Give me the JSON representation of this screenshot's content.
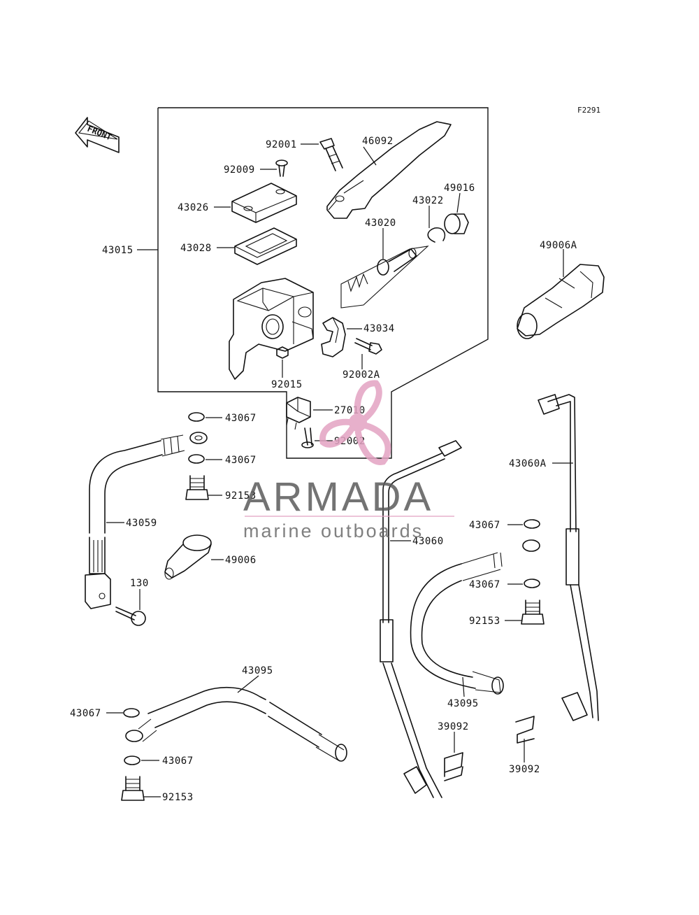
{
  "diagram": {
    "code": "F2291",
    "direction": "FRONT",
    "labels": {
      "p92001": "92001",
      "p46092": "46092",
      "p92009": "92009",
      "p43026": "43026",
      "p49016": "49016",
      "p43022": "43022",
      "p43020": "43020",
      "p43015": "43015",
      "p43028": "43028",
      "p49006A": "49006A",
      "p43034": "43034",
      "p92015": "92015",
      "p92002A": "92002A",
      "p27010": "27010",
      "p43067a": "43067",
      "p43067b": "43067",
      "p92002": "92002",
      "p43060A": "43060A",
      "p92153a": "92153",
      "p43059": "43059",
      "p43067c": "43067",
      "p43060": "43060",
      "p49006": "49006",
      "p43067d": "43067",
      "p130": "130",
      "p92153b": "92153",
      "p43095a": "43095",
      "p43095b": "43095",
      "p43067e": "43067",
      "p39092a": "39092",
      "p39092b": "39092",
      "p43067f": "43067",
      "p92153c": "92153"
    }
  },
  "watermark": {
    "brand": "ARMADA",
    "tagline": "marine outboards",
    "accent_color": "#e3a3c2"
  }
}
